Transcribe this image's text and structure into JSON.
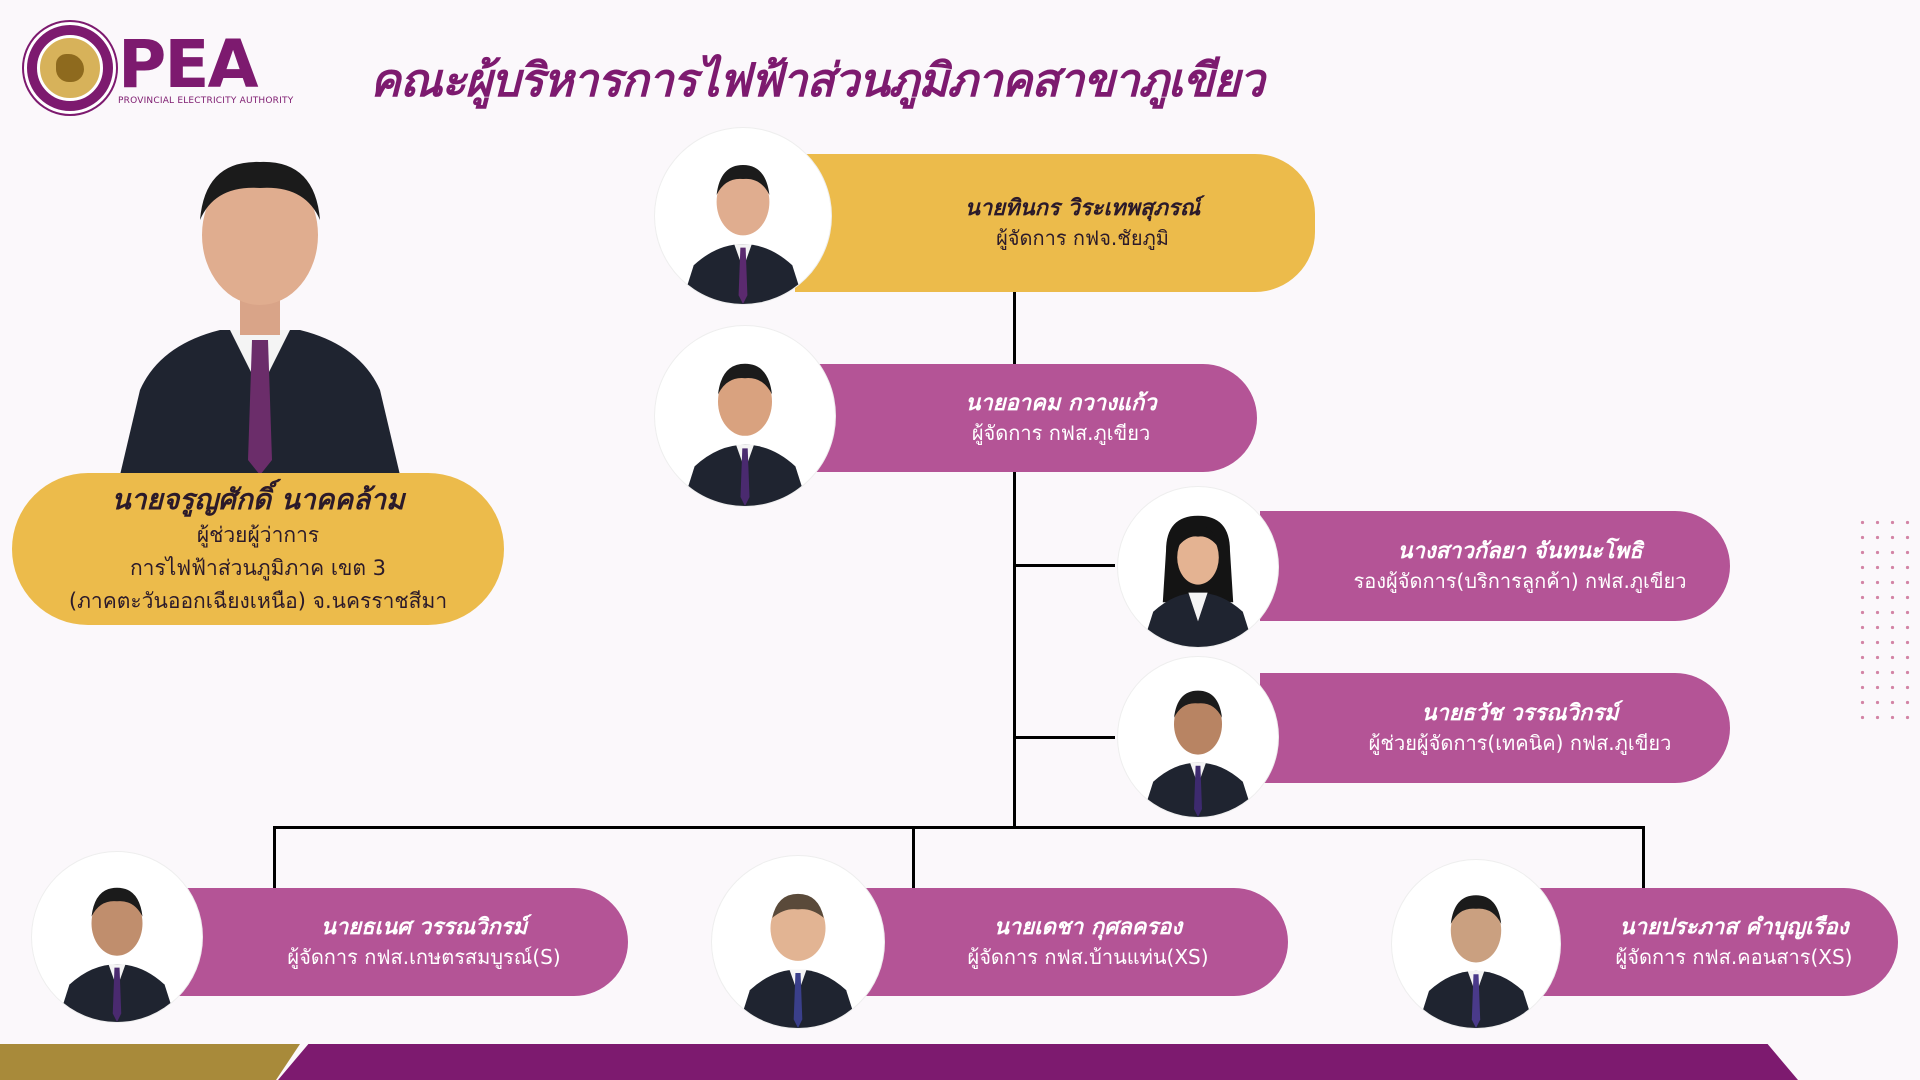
{
  "header": {
    "logo_text": "PEA",
    "logo_subtitle": "PROVINCIAL ELECTRICITY AUTHORITY",
    "title": "คณะผู้บริหารการไฟฟ้าส่วนภูมิภาคสาขาภูเขียว"
  },
  "executive": {
    "name": "นายจรูญศักดิ์ นาคคล้าม",
    "line1": "ผู้ช่วยผู้ว่าการ",
    "line2": "การไฟฟ้าส่วนภูมิภาค เขต 3",
    "line3": "(ภาคตะวันออกเฉียงเหนือ) จ.นครราชสีมา"
  },
  "org": {
    "top": {
      "name": "นายทินกร วิระเทพสุภรณ์",
      "position": "ผู้จัดการ กฟจ.ชัยภูมิ"
    },
    "manager": {
      "name": "นายอาคม กวางแก้ว",
      "position": "ผู้จัดการ กฟส.ภูเขียว"
    },
    "deputy": {
      "name": "นางสาวกัลยา จันทนะโพธิ",
      "position": "รองผู้จัดการ(บริการลูกค้า) กฟส.ภูเขียว"
    },
    "assistant": {
      "name": "นายธวัช วรรณวิกรม์",
      "position": "ผู้ช่วยผู้จัดการ(เทคนิค) กฟส.ภูเขียว"
    },
    "branches": [
      {
        "name": "นายธเนศ วรรณวิกรม์",
        "position": "ผู้จัดการ กฟส.เกษตรสมบูรณ์(S)"
      },
      {
        "name": "นายเดชา กุศลครอง",
        "position": "ผู้จัดการ กฟส.บ้านแท่น(XS)"
      },
      {
        "name": "นายประภาส คำบุญเรือง",
        "position": "ผู้จัดการ กฟส.คอนสาร(XS)"
      }
    ]
  },
  "colors": {
    "purple": "#7d1a6f",
    "pill_purple": "#b45496",
    "gold": "#ecbb4b"
  }
}
